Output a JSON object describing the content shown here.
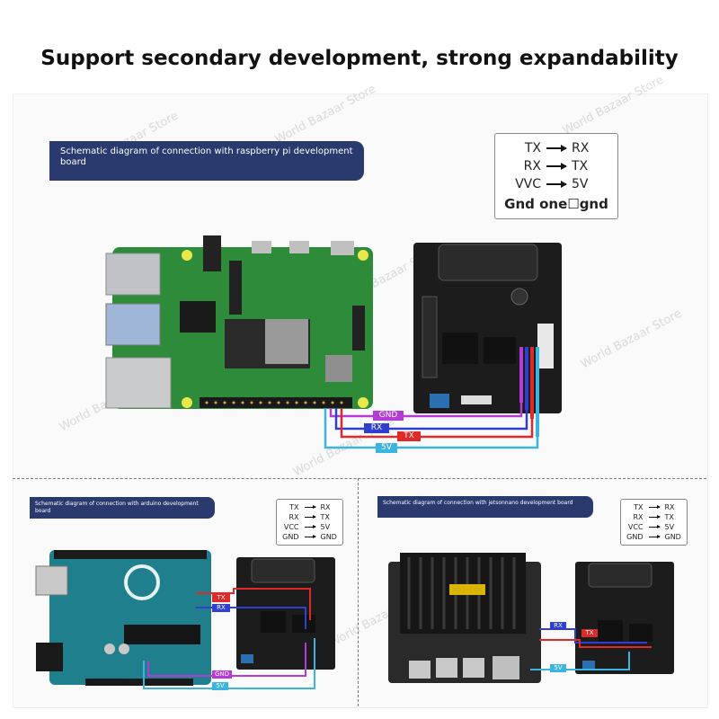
{
  "headline": "Support secondary development, strong expandability",
  "top": {
    "banner": "Schematic diagram of connection with raspberry pi development board",
    "legend": [
      {
        "from": "TX",
        "to": "RX"
      },
      {
        "from": "RX",
        "to": "TX"
      },
      {
        "from": "VVC",
        "to": "5V"
      }
    ],
    "legend_note": "Gnd one☐gnd",
    "wire_labels": {
      "gnd": "GND",
      "rx": "RX",
      "tx": "TX",
      "v5": "5V"
    }
  },
  "left": {
    "banner": "Schematic diagram of connection with arduino development board",
    "legend": [
      {
        "from": "TX",
        "to": "RX"
      },
      {
        "from": "RX",
        "to": "TX"
      },
      {
        "from": "VCC",
        "to": "5V"
      },
      {
        "from": "GND",
        "to": "GND"
      }
    ],
    "wire_labels": {
      "tx": "TX",
      "rx": "RX",
      "gnd": "GND",
      "v5": "5V"
    }
  },
  "right": {
    "banner": "Schematic diagram of connection with jetsonnano development board",
    "legend": [
      {
        "from": "TX",
        "to": "RX"
      },
      {
        "from": "RX",
        "to": "TX"
      },
      {
        "from": "VCC",
        "to": "5V"
      },
      {
        "from": "GND",
        "to": "GND"
      }
    ],
    "wire_labels": {
      "rx": "RX",
      "tx": "TX",
      "v5": "5V"
    }
  },
  "watermark": "World Bazaar Store",
  "colors": {
    "banner": "#2b3a6e",
    "gnd": "#b53bd6",
    "rx": "#2f3fd0",
    "tx": "#e02a2a",
    "v5": "#3cb4e0",
    "pcb_green": "#2e8b3a",
    "arduino_teal": "#1f7f8c",
    "board_black": "#1c1c1c"
  }
}
